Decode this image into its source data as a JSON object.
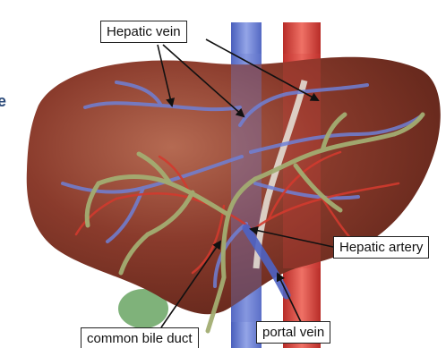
{
  "labels": {
    "hepatic_vein": "Hepatic vein",
    "hepatic_artery": "Hepatic artery",
    "portal_vein": "portal vein",
    "common_bile_duct": "common bile duct"
  },
  "edge_letter": "e",
  "colors": {
    "liver": "#8a3b2c",
    "liver_dark": "#5e2418",
    "liver_light": "#b0634a",
    "vein_blue": "#5a6fc8",
    "artery_red": "#c8312a",
    "bile_green": "#9aa86a",
    "gallbladder": "#7fb27a",
    "ligament": "#d9d2c8"
  }
}
